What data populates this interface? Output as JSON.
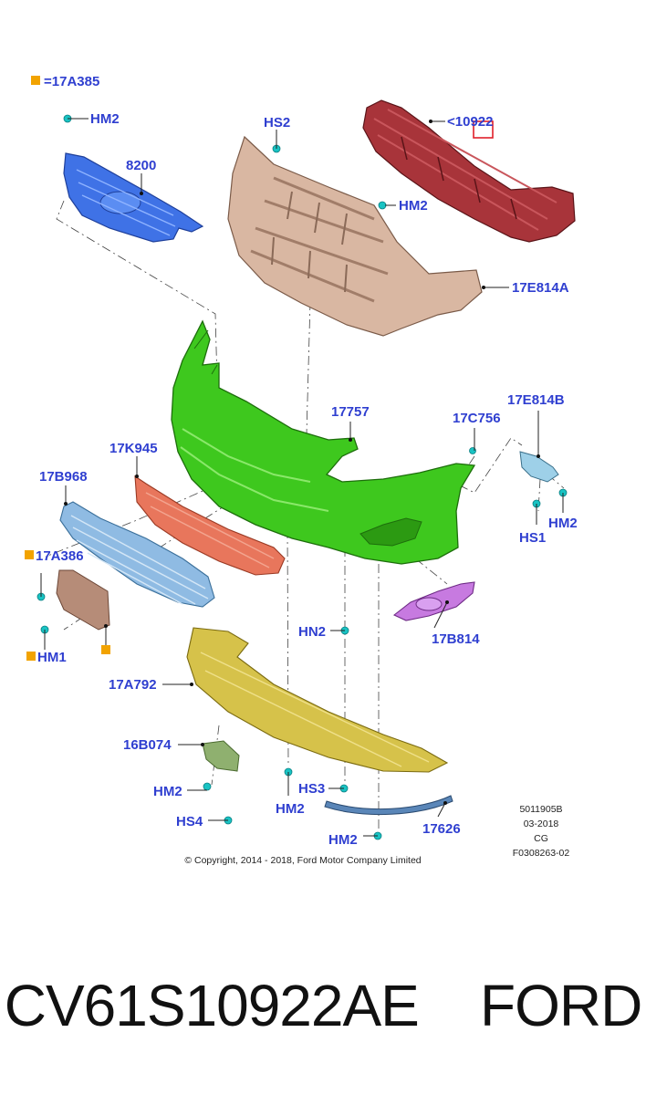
{
  "legend": {
    "text": "=17A385",
    "marker_color": "#f2a300"
  },
  "parts": {
    "hm2_top": "HM2",
    "grille_upper": "8200",
    "hs2": "HS2",
    "reinforcement": "<10922",
    "hm2_mid": "HM2",
    "absorber_label": "17E814A",
    "bumper_cover": "17757",
    "bracket_right": "17E814B",
    "clip_17c756": "17C756",
    "grille_lower": "17K945",
    "grille_side": "17B968",
    "hs1": "HS1",
    "hm2_right": "HM2",
    "bracket_left": "17A386",
    "hn2": "HN2",
    "fog_bezel": "17B814",
    "hm1": "HM1",
    "deflector": "17A792",
    "bracket_16b": "16B074",
    "hm2_low_left": "HM2",
    "hs3": "HS3",
    "hm2_low_center": "HM2",
    "hs4": "HS4",
    "hm2_bottom": "HM2",
    "moulding": "17626"
  },
  "info": [
    "5011905B",
    "03-2018",
    "CG",
    "F0308263-02"
  ],
  "copyright": "© Copyright, 2014 - 2018, Ford Motor Company Limited",
  "caption": "CV61S10922AE    FORD",
  "colors": {
    "label": "#2f3fd0",
    "grille_upper": "#3f72e6",
    "absorber": "#d9b7a2",
    "reinforcement": "#a8343a",
    "bumper": "#3ec81e",
    "grille_lower": "#e8765c",
    "grille_side": "#8fbbe3",
    "bracket_left": "#b68c78",
    "fog_bezel": "#c77ae0",
    "deflector": "#d6c24a",
    "bracket_16b": "#8fb06f",
    "moulding": "#5a86b8",
    "clip": "#19c3c3",
    "callout_marker": "#f2a300",
    "highlight_box": "#e0202a"
  }
}
